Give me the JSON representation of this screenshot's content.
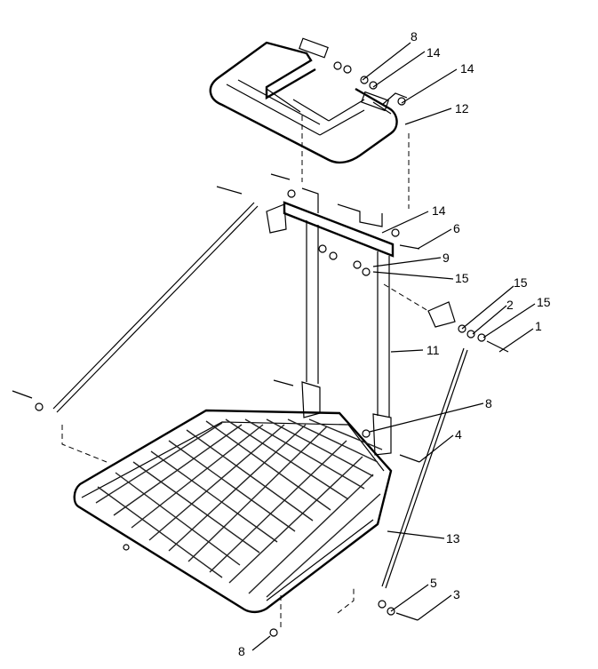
{
  "callouts": [
    {
      "id": "c-8-top",
      "label": "8"
    },
    {
      "id": "c-14-a",
      "label": "14"
    },
    {
      "id": "c-14-b",
      "label": "14"
    },
    {
      "id": "c-12",
      "label": "12"
    },
    {
      "id": "c-14-c",
      "label": "14"
    },
    {
      "id": "c-6",
      "label": "6"
    },
    {
      "id": "c-9",
      "label": "9"
    },
    {
      "id": "c-15-a",
      "label": "15"
    },
    {
      "id": "c-15-b",
      "label": "15"
    },
    {
      "id": "c-2",
      "label": "2"
    },
    {
      "id": "c-15-c",
      "label": "15"
    },
    {
      "id": "c-1",
      "label": "1"
    },
    {
      "id": "c-11",
      "label": "11"
    },
    {
      "id": "c-8-mid",
      "label": "8"
    },
    {
      "id": "c-4",
      "label": "4"
    },
    {
      "id": "c-13",
      "label": "13"
    },
    {
      "id": "c-5",
      "label": "5"
    },
    {
      "id": "c-3",
      "label": "3"
    },
    {
      "id": "c-8-bottom",
      "label": "8"
    }
  ]
}
